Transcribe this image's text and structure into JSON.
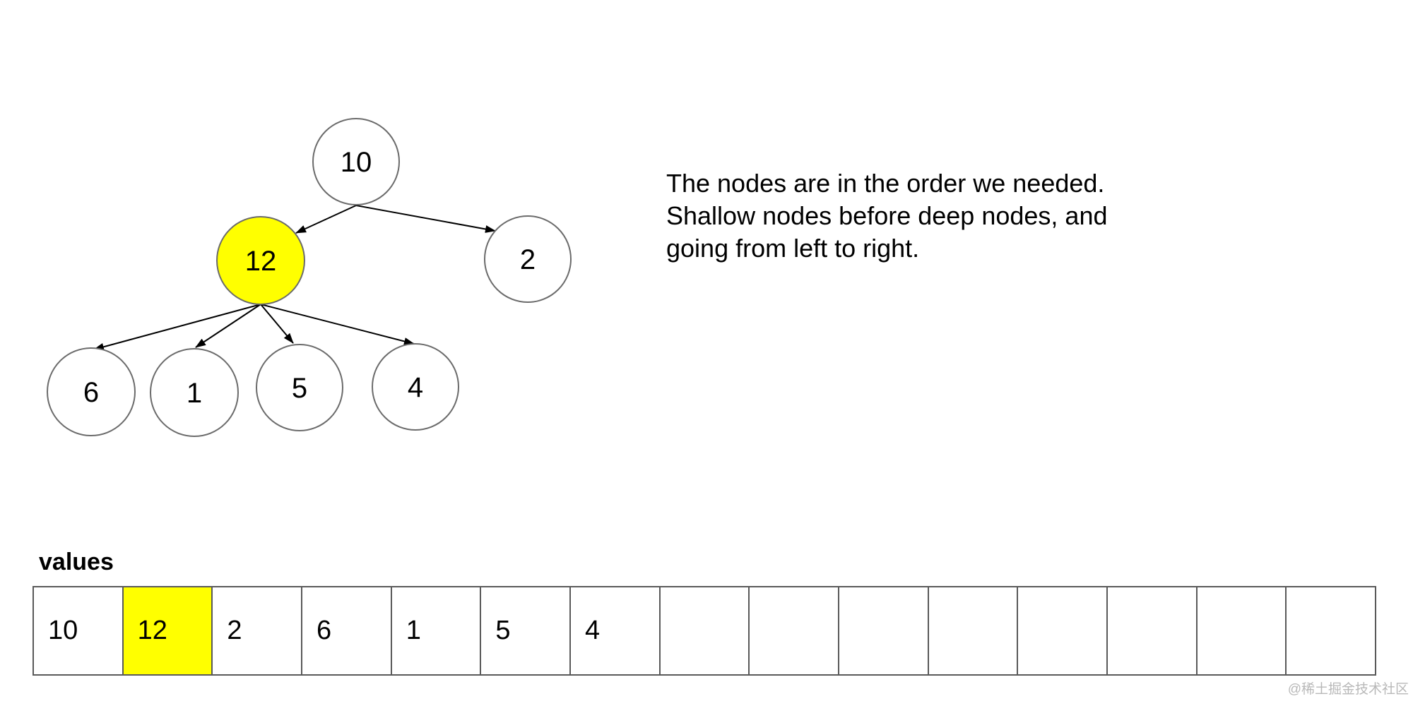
{
  "tree": {
    "nodes": [
      {
        "value": "10",
        "highlighted": false
      },
      {
        "value": "12",
        "highlighted": true
      },
      {
        "value": "2",
        "highlighted": false
      },
      {
        "value": "6",
        "highlighted": false
      },
      {
        "value": "1",
        "highlighted": false
      },
      {
        "value": "5",
        "highlighted": false
      },
      {
        "value": "4",
        "highlighted": false
      }
    ],
    "edges": [
      [
        "10",
        "12"
      ],
      [
        "10",
        "2"
      ],
      [
        "12",
        "6"
      ],
      [
        "12",
        "1"
      ],
      [
        "12",
        "5"
      ],
      [
        "12",
        "4"
      ]
    ]
  },
  "explanation": {
    "lines": [
      "The nodes are in the order we needed.",
      "Shallow nodes before deep nodes, and",
      "going from left to right."
    ]
  },
  "array": {
    "label": "values",
    "cells": [
      "10",
      "12",
      "2",
      "6",
      "1",
      "5",
      "4",
      "",
      "",
      "",
      "",
      "",
      "",
      "",
      ""
    ],
    "highlight_index": 1,
    "total_cells": 15
  },
  "colors": {
    "highlight": "#ffff00",
    "node_stroke": "#6b6b6b",
    "edge": "#000000",
    "array_border": "#595959",
    "watermark": "#b8b8b8"
  },
  "watermark": {
    "text": "@稀土掘金技术社区"
  }
}
